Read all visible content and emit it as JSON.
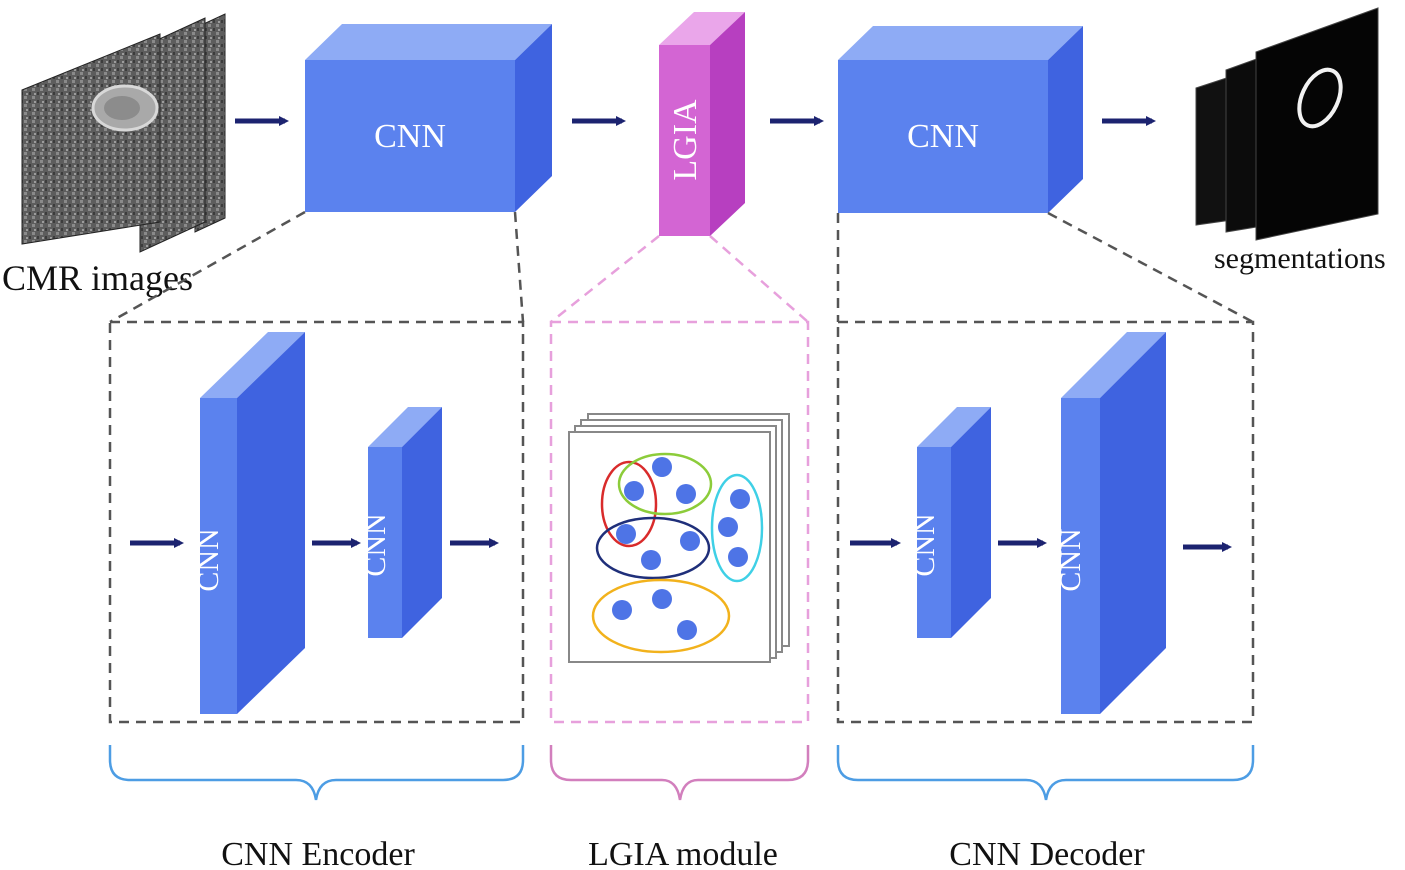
{
  "labels": {
    "input": "CMR images",
    "output": "segmentations",
    "top_encoder_block": "CNN",
    "top_lgia_block": "LGIA",
    "top_decoder_block": "CNN",
    "enc_block_1": "CNN",
    "enc_block_2": "CNN",
    "dec_block_1": "CNN",
    "dec_block_2": "CNN",
    "bottom_encoder": "CNN Encoder",
    "bottom_lgia": "LGIA module",
    "bottom_decoder": "CNN Decoder"
  },
  "colors": {
    "cnn_front": "#5b82ee",
    "cnn_top": "#8eabf5",
    "cnn_side": "#3f63e0",
    "lgia_front": "#d365d3",
    "lgia_top": "#eaa6ea",
    "lgia_side": "#b73fc0",
    "arrow": "#1c2370",
    "encoder_brace": "#4d9de4",
    "lgia_brace": "#d27fbd",
    "decoder_brace": "#4d9de4",
    "dash_gray": "#555555",
    "dash_pink": "#e7a0dc",
    "dot": "#4e74e6",
    "cluster_red": "#d92b2b",
    "cluster_green": "#8ccc3a",
    "cluster_cyan": "#3fd0e6",
    "cluster_navy": "#1f2f7a",
    "cluster_orange": "#f2b21c"
  }
}
